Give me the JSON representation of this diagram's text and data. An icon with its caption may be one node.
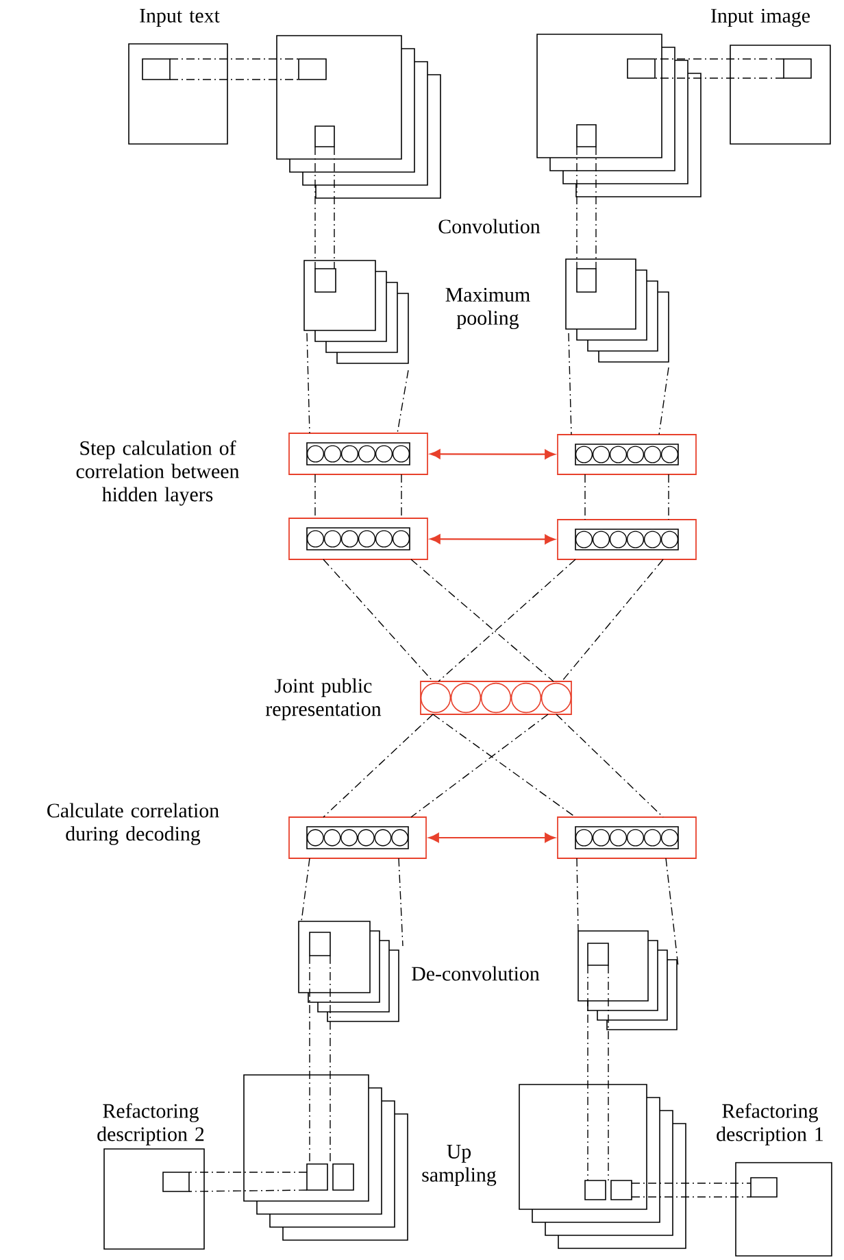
{
  "diagram": {
    "nodes": [
      {
        "text": [],
        "shape": "box",
        "beside": [
          "Input text"
        ]
      },
      {
        "text": [],
        "shape": "box"
      },
      {
        "text": [],
        "shape": "box"
      },
      {
        "text": [],
        "shape": "box",
        "beside": [
          "Input image"
        ]
      },
      {
        "text": [],
        "shape": "box"
      },
      {
        "text": [],
        "shape": "box"
      },
      {
        "text": [],
        "shape": "bar"
      },
      {
        "text": [],
        "shape": "bar"
      },
      {
        "text": [],
        "shape": "bar"
      },
      {
        "text": [],
        "shape": "bar"
      },
      {
        "text": [],
        "shape": "bar",
        "beside": [
          "Joint public representation"
        ]
      },
      {
        "text": [],
        "shape": "bar"
      },
      {
        "text": [],
        "shape": "bar"
      },
      {
        "text": [],
        "shape": "box"
      },
      {
        "text": [],
        "shape": "box"
      },
      {
        "text": [],
        "shape": "box"
      },
      {
        "text": [],
        "shape": "box"
      },
      {
        "text": [],
        "shape": "box",
        "beside": [
          "Refactoring description 2"
        ]
      },
      {
        "text": [],
        "shape": "box",
        "beside": [
          "Refactoring description 1"
        ]
      }
    ],
    "edges": [
      {
        "from": 0,
        "to": 1,
        "arrow": "none",
        "style": "dashed"
      },
      {
        "from": 0,
        "to": 1,
        "arrow": "none",
        "style": "dashed"
      },
      {
        "from": 3,
        "to": 2,
        "arrow": "none",
        "style": "dashed"
      },
      {
        "from": 3,
        "to": 2,
        "arrow": "none",
        "style": "dashed"
      },
      {
        "from": 1,
        "to": 4,
        "arrow": "none",
        "style": "dashed"
      },
      {
        "from": 1,
        "to": 4,
        "arrow": "none",
        "style": "dashed"
      },
      {
        "from": 2,
        "to": 5,
        "arrow": "none",
        "style": "dashed"
      },
      {
        "from": 2,
        "to": 5,
        "arrow": "none",
        "style": "dashed"
      },
      {
        "from": 4,
        "to": 6,
        "arrow": "none",
        "style": "dashed"
      },
      {
        "from": 4,
        "to": 6,
        "arrow": "none",
        "style": "dashed"
      },
      {
        "from": 5,
        "to": 7,
        "arrow": "none",
        "style": "dashed"
      },
      {
        "from": 5,
        "to": 7,
        "arrow": "none",
        "style": "dashed"
      },
      {
        "from": 6,
        "to": 7,
        "arrow": "both",
        "color": "#e8412c"
      },
      {
        "from": 6,
        "to": 8,
        "arrow": "none",
        "style": "dashed"
      },
      {
        "from": 6,
        "to": 8,
        "arrow": "none",
        "style": "dashed"
      },
      {
        "from": 7,
        "to": 9,
        "arrow": "none",
        "style": "dashed"
      },
      {
        "from": 7,
        "to": 9,
        "arrow": "none",
        "style": "dashed"
      },
      {
        "from": 8,
        "to": 9,
        "arrow": "both",
        "color": "#e8412c"
      },
      {
        "from": 8,
        "to": 10,
        "arrow": "none",
        "style": "dashed"
      },
      {
        "from": 8,
        "to": 10,
        "arrow": "none",
        "style": "dashed"
      },
      {
        "from": 9,
        "to": 10,
        "arrow": "none",
        "style": "dashed"
      },
      {
        "from": 9,
        "to": 10,
        "arrow": "none",
        "style": "dashed"
      },
      {
        "from": 10,
        "to": 11,
        "arrow": "none",
        "style": "dashed"
      },
      {
        "from": 10,
        "to": 11,
        "arrow": "none",
        "style": "dashed"
      },
      {
        "from": 10,
        "to": 12,
        "arrow": "none",
        "style": "dashed"
      },
      {
        "from": 10,
        "to": 12,
        "arrow": "none",
        "style": "dashed"
      },
      {
        "from": 11,
        "to": 12,
        "arrow": "both",
        "color": "#e8412c"
      },
      {
        "from": 11,
        "to": 13,
        "arrow": "none",
        "style": "dashed"
      },
      {
        "from": 11,
        "to": 13,
        "arrow": "none",
        "style": "dashed"
      },
      {
        "from": 12,
        "to": 14,
        "arrow": "none",
        "style": "dashed"
      },
      {
        "from": 12,
        "to": 14,
        "arrow": "none",
        "style": "dashed"
      },
      {
        "from": 13,
        "to": 15,
        "arrow": "none",
        "style": "dashed"
      },
      {
        "from": 13,
        "to": 15,
        "arrow": "none",
        "style": "dashed"
      },
      {
        "from": 14,
        "to": 16,
        "arrow": "none",
        "style": "dashed"
      },
      {
        "from": 14,
        "to": 16,
        "arrow": "none",
        "style": "dashed"
      },
      {
        "from": 15,
        "to": 17,
        "arrow": "none",
        "style": "dashed"
      },
      {
        "from": 15,
        "to": 17,
        "arrow": "none",
        "style": "dashed"
      },
      {
        "from": 16,
        "to": 18,
        "arrow": "none",
        "style": "dashed"
      },
      {
        "from": 16,
        "to": 18,
        "arrow": "none",
        "style": "dashed"
      }
    ],
    "labels": [
      "Convolution",
      "Maximum pooling",
      "Step calculation of correlation between hidden layers",
      "Calculate correlation during decoding",
      "De-convolution",
      "Up sampling"
    ]
  }
}
